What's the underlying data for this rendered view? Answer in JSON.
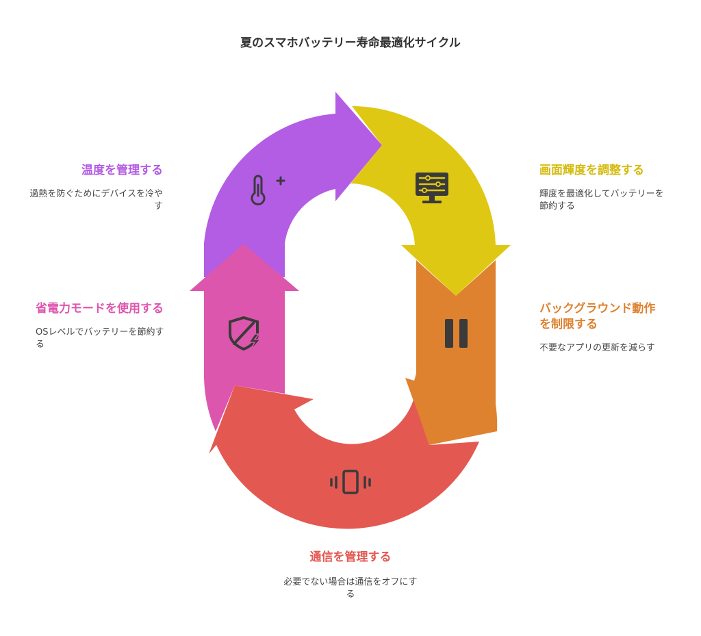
{
  "title": "夏のスマホバッテリー寿命最適化サイクル",
  "steps": {
    "temperature": {
      "heading": "温度を管理する",
      "desc": "過熱を防ぐためにデバイスを冷やす",
      "color": "#b35ce4",
      "icon": "thermometer-plus-icon"
    },
    "brightness": {
      "heading": "画面輝度を調整する",
      "desc": "輝度を最適化してバッテリーを節約する",
      "color": "#dfc814",
      "icon": "monitor-sliders-icon"
    },
    "background": {
      "heading": "バックグラウンド動作を制限する",
      "desc": "不要なアプリの更新を減らす",
      "color": "#de8230",
      "icon": "pause-icon"
    },
    "communication": {
      "heading": "通信を管理する",
      "desc": "必要でない場合は通信をオフにする",
      "color": "#e45852",
      "icon": "phone-vibrate-icon"
    },
    "power_saver": {
      "heading": "省電力モードを使用する",
      "desc": "OSレベルでバッテリーを節約する",
      "color": "#dd56ae",
      "icon": "shield-bolt-icon"
    }
  }
}
